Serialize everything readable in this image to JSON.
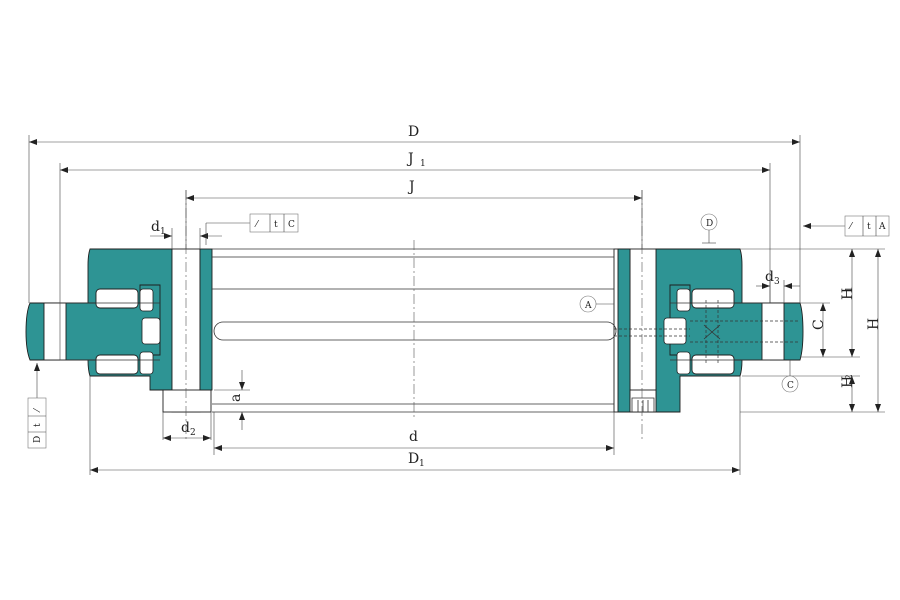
{
  "colors": {
    "ring_fill": "#2e9494",
    "line": "#222222",
    "background": "#ffffff"
  },
  "dimensions": {
    "D": "D",
    "J1": "J",
    "J1_sub": "1",
    "J": "J",
    "d1": "d",
    "d1_sub": "1",
    "d2": "d",
    "d2_sub": "2",
    "d3": "d",
    "d3_sub": "3",
    "d": "d",
    "D1": "D",
    "D1_sub": "1",
    "a": "a",
    "H1": "H",
    "H1_sub": "1",
    "C": "C",
    "H": "H",
    "H2": "H",
    "H2_sub": "2"
  },
  "datums": {
    "A": "A",
    "C": "C",
    "D": "D"
  },
  "tolerance_frames": {
    "top_middle": {
      "sym": "⁄",
      "t": "t",
      "ref": "C"
    },
    "top_right": {
      "sym": "⁄",
      "t": "t",
      "ref": "A"
    },
    "left": {
      "sym": "⁄",
      "t": "t",
      "ref": "D"
    }
  }
}
